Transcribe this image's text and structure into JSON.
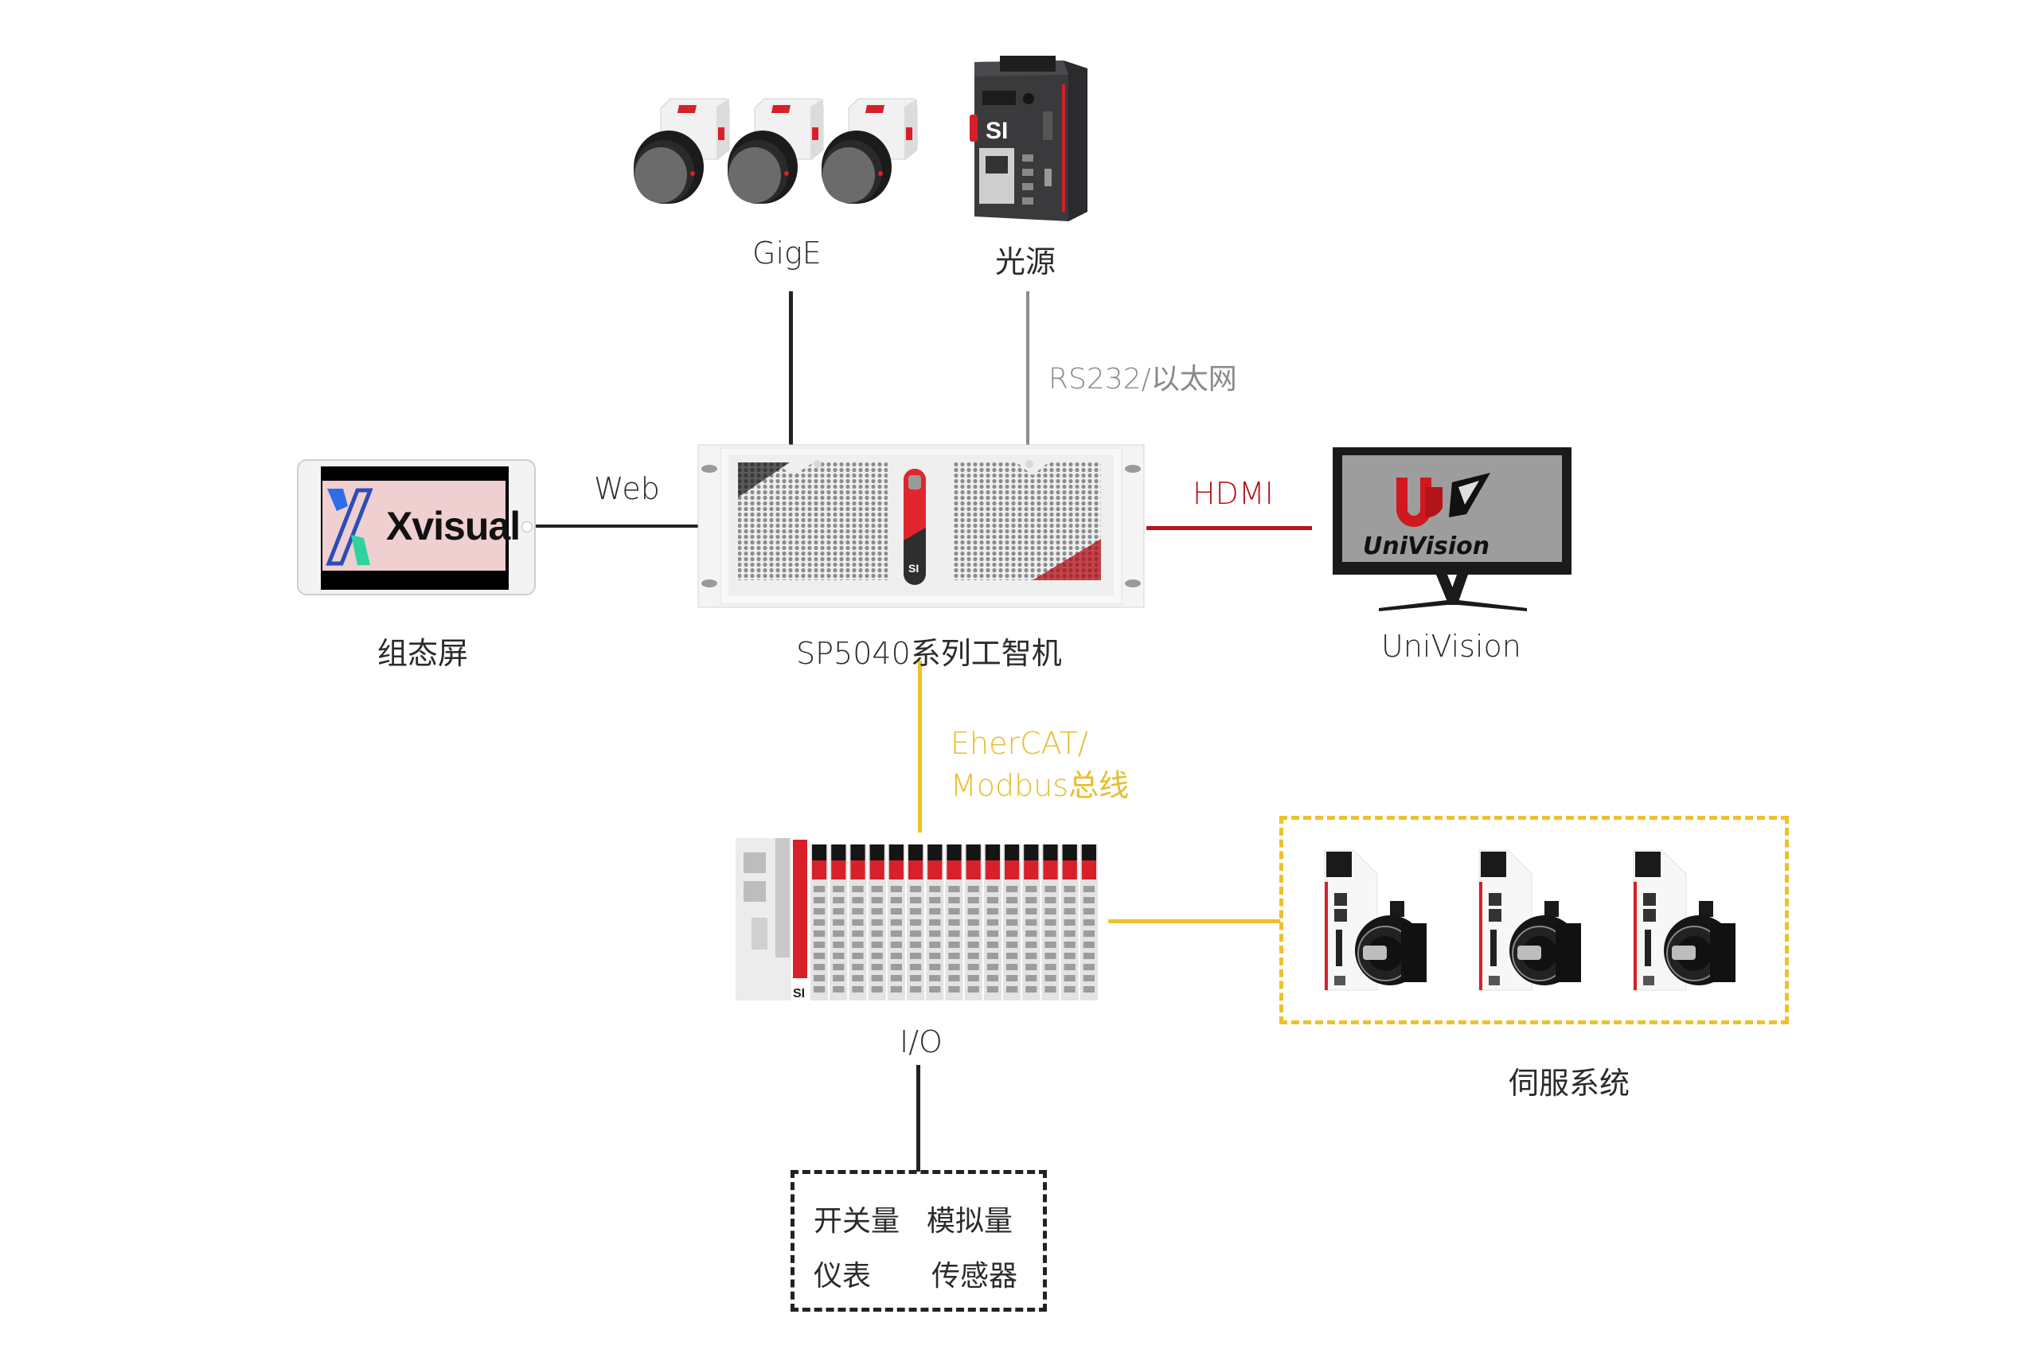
{
  "diagram": {
    "title": "SP5040 industrial vision system architecture",
    "nodes": {
      "cameras": {
        "label": "GigE",
        "count": 3
      },
      "light_source": {
        "label": "光源"
      },
      "ipc": {
        "label": "SP5040系列工智机"
      },
      "hmi_tablet": {
        "label": "组态屏",
        "screen_text": "Xvisual"
      },
      "monitor": {
        "label": "UniVision",
        "screen_text": "UniVision"
      },
      "io_module": {
        "label": "I/O",
        "slices": 15
      },
      "servo_system": {
        "label": "伺服系统",
        "count": 3
      },
      "field_devices": {
        "items": [
          "开关量",
          "模拟量",
          "仪表",
          "传感器"
        ]
      }
    },
    "edges": {
      "camera_link": {
        "label": ""
      },
      "light_link": {
        "label": "RS232/以太网"
      },
      "web_link": {
        "label": "Web"
      },
      "hdmi_link": {
        "label": "HDMI"
      },
      "bus_link": {
        "label_line1": "EherCAT/",
        "label_line2": "Modbus总线"
      }
    },
    "colors": {
      "black_line": "#222222",
      "gray_line": "#888888",
      "hdmi_red": "#b5121b",
      "bus_yellow": "#eec12b",
      "label_gray": "#8a8a8a",
      "brand_red": "#d7202a"
    }
  }
}
